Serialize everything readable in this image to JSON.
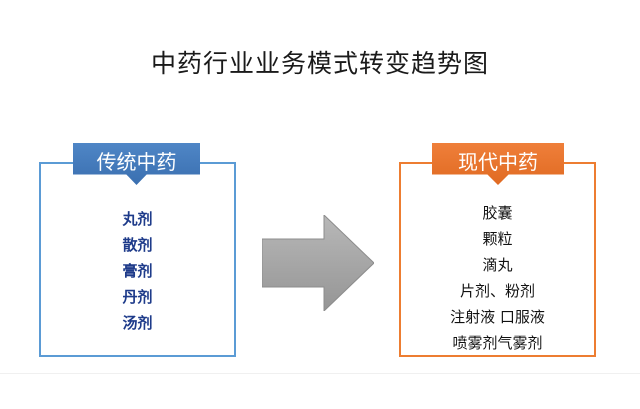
{
  "title": "中药行业业务模式转变趋势图",
  "traditional": {
    "label": "传统中药",
    "items": [
      "丸剂",
      "散剂",
      "膏剂",
      "丹剂",
      "汤剂"
    ]
  },
  "modern": {
    "label": "现代中药",
    "items": [
      "胶囊",
      "颗粒",
      "滴丸",
      "片剂、粉剂",
      "注射液 口服液",
      "喷雾剂气雾剂"
    ]
  },
  "colors": {
    "traditional_accent": "#5b9bd5",
    "modern_accent": "#ed7d31",
    "arrow": "#a6a6a6",
    "traditional_text": "#1e3b8a"
  },
  "icons": {
    "transition": "right-arrow-icon"
  }
}
